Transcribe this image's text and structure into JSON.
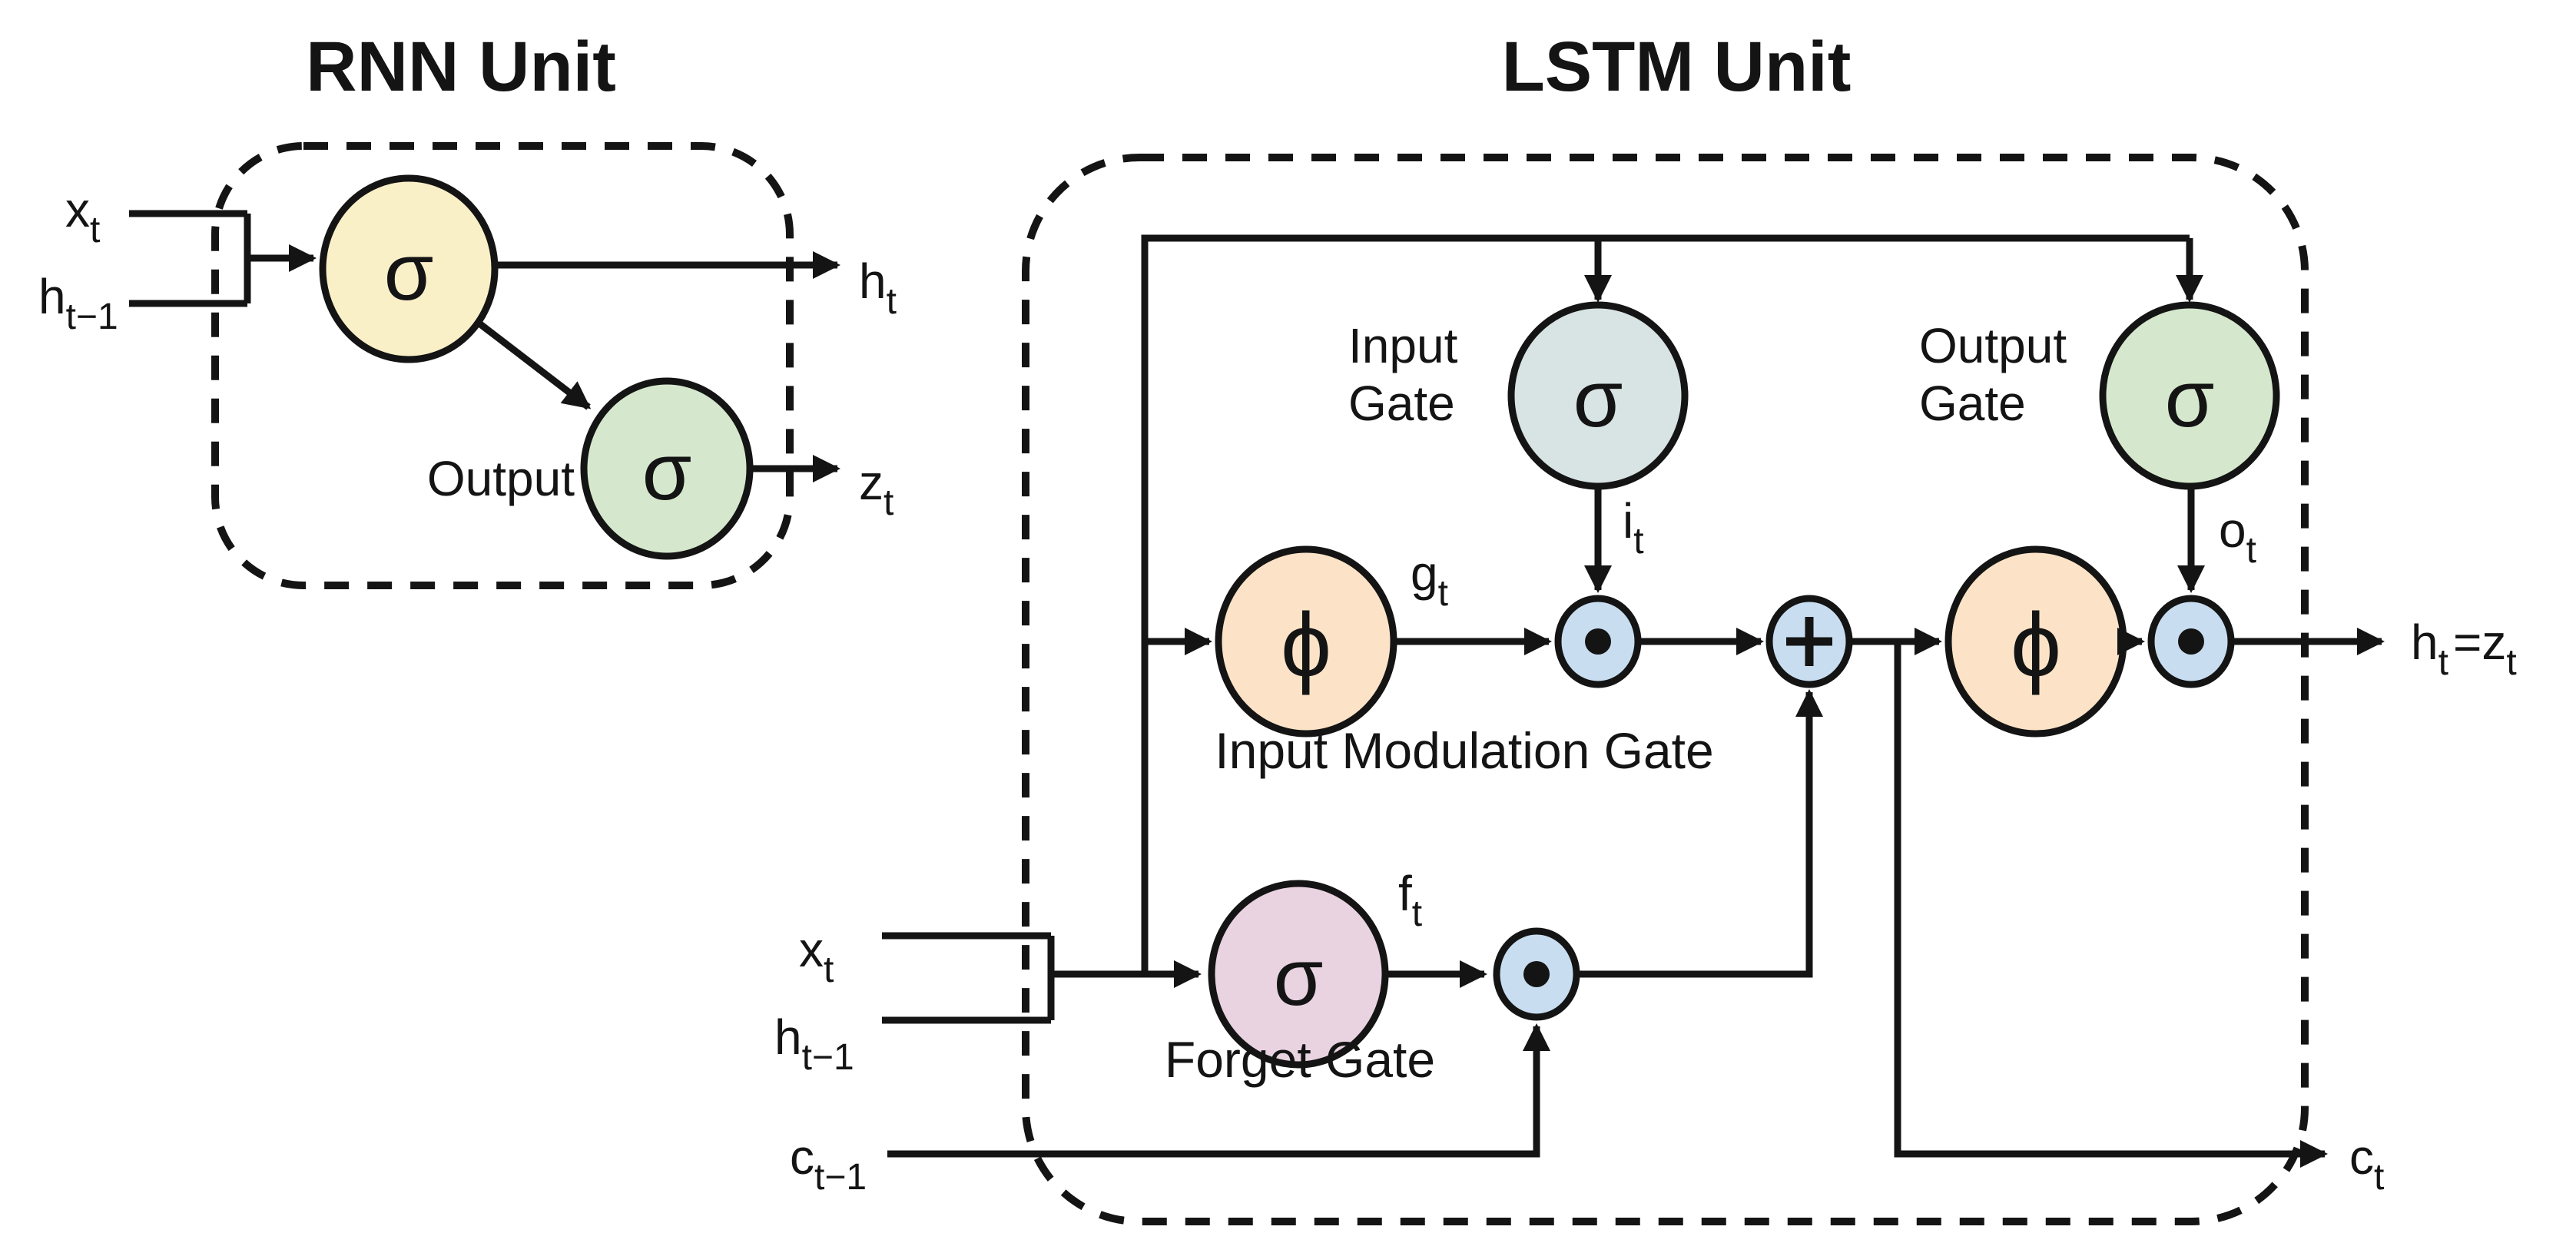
{
  "colors": {
    "background": "#ffffff",
    "stroke": "#141414",
    "rnn_hidden_fill": "#faf0c8",
    "input_gate_fill": "#d8e3e3",
    "output_gate_fill": "#d5e8cd",
    "modulation_fill": "#fce3c7",
    "forget_gate_fill": "#e9d3e1",
    "operator_fill": "#c8ddf0"
  },
  "rnn": {
    "title": "RNN Unit",
    "hidden_symbol": "σ",
    "output_symbol": "σ",
    "output_label": "Output",
    "labels": {
      "x_t": {
        "base": "x",
        "sub": "t"
      },
      "h_prev": {
        "base": "h",
        "sub": "t−1"
      },
      "h_t": {
        "base": "h",
        "sub": "t"
      },
      "z_t": {
        "base": "z",
        "sub": "t"
      }
    }
  },
  "lstm": {
    "title": "LSTM Unit",
    "input_gate": {
      "line1": "Input",
      "line2": "Gate",
      "symbol": "σ"
    },
    "output_gate": {
      "line1": "Output",
      "line2": "Gate",
      "symbol": "σ"
    },
    "modulation_gate": {
      "caption": "Input Modulation Gate",
      "symbol": "ϕ"
    },
    "forget_gate": {
      "caption": "Forget Gate",
      "symbol": "σ"
    },
    "output_phi_symbol": "ϕ",
    "labels": {
      "x_t": {
        "base": "x",
        "sub": "t"
      },
      "h_prev": {
        "base": "h",
        "sub": "t−1"
      },
      "c_prev": {
        "base": "c",
        "sub": "t−1"
      },
      "i_t": {
        "base": "i",
        "sub": "t"
      },
      "o_t": {
        "base": "o",
        "sub": "t"
      },
      "g_t": {
        "base": "g",
        "sub": "t"
      },
      "f_t": {
        "base": "f",
        "sub": "t"
      },
      "c_t": {
        "base": "c",
        "sub": "t"
      },
      "h_eq_z": {
        "base": "h",
        "sub": "t",
        "eq": "=",
        "base2": "z",
        "sub2": "t"
      }
    }
  }
}
